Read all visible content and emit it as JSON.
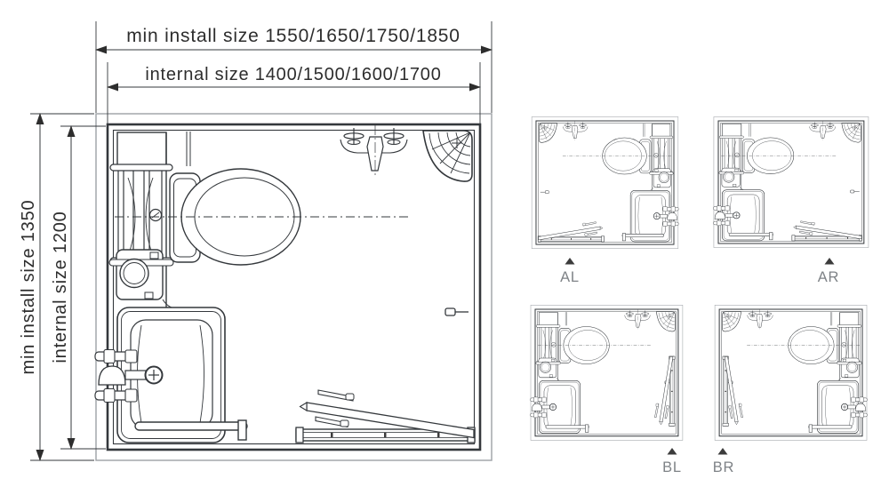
{
  "figure": {
    "type": "bathroom-unit-floor-plan",
    "background": "#ffffff"
  },
  "dimensions": {
    "top_outer": "min install size 1550/1650/1750/1850",
    "top_inner": "internal size 1400/1500/1600/1700",
    "left_outer": "min install size 1350",
    "left_inner": "internal size 1200"
  },
  "variants": [
    {
      "id": "AL",
      "label": "AL",
      "door_marker_position": "bottom-left"
    },
    {
      "id": "AR",
      "label": "AR",
      "door_marker_position": "bottom-right"
    },
    {
      "id": "BL",
      "label": "BL",
      "door_marker_position": "bottom-right"
    },
    {
      "id": "BR",
      "label": "BR",
      "door_marker_position": "bottom-left"
    }
  ],
  "fixtures": [
    "cistern",
    "towel-radiator",
    "toilet",
    "washbasin",
    "bathtub",
    "tub-faucet",
    "grab-bar",
    "wall-faucet",
    "corner-shelf",
    "door-handle",
    "sliding-door"
  ],
  "colors": {
    "line": "#34383c",
    "install_frame": "#a3a7ab",
    "dim_text": "#2d2d2d",
    "variant_label": "#7f8387",
    "door_marker": "#3c3c3c",
    "background": "#ffffff"
  }
}
